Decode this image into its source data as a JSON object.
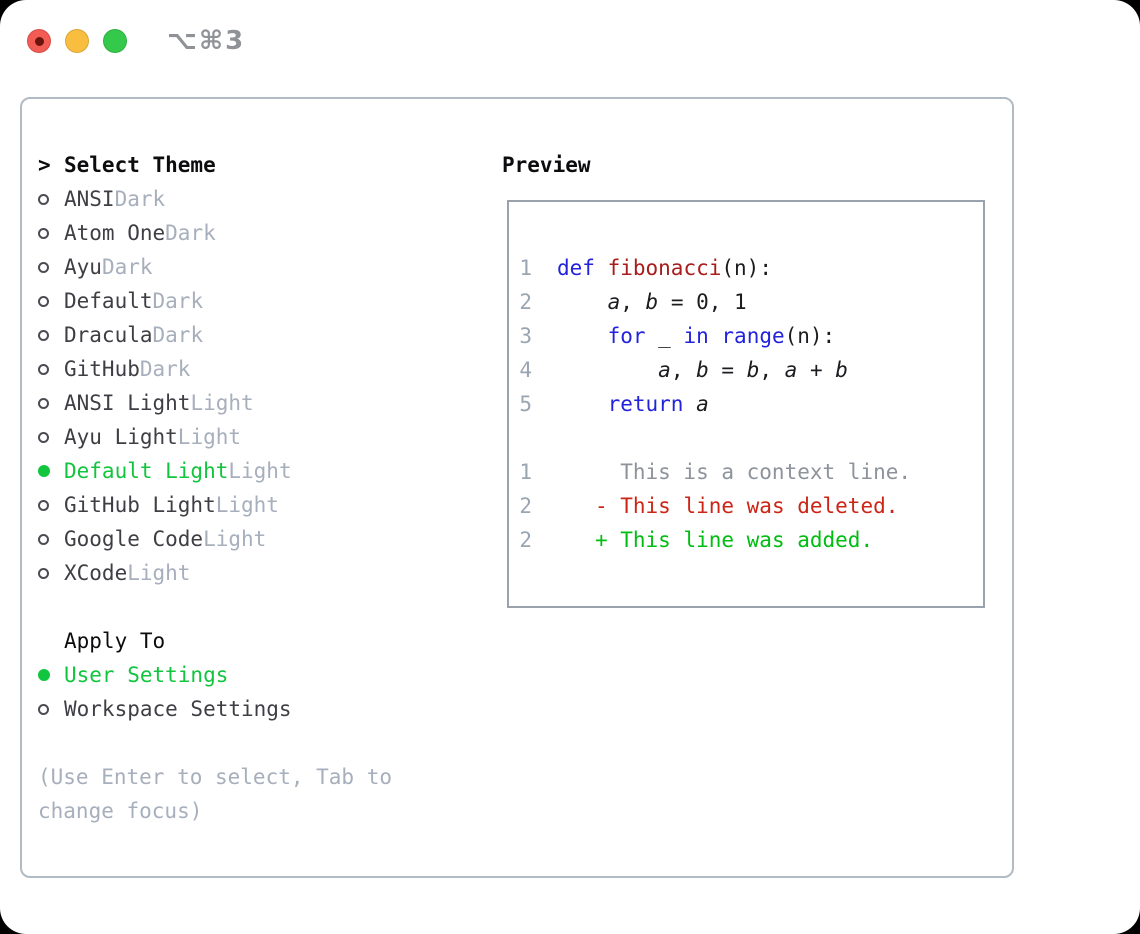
{
  "titlebar": {
    "title": "⌥⌘3",
    "buttons": [
      "close",
      "minimize",
      "zoom"
    ]
  },
  "theme_picker": {
    "cursor": ">",
    "header": "Select Theme",
    "items": [
      {
        "name": "ANSI",
        "variant": "Dark",
        "selected": false
      },
      {
        "name": "Atom One",
        "variant": "Dark",
        "selected": false
      },
      {
        "name": "Ayu",
        "variant": "Dark",
        "selected": false
      },
      {
        "name": "Default",
        "variant": "Dark",
        "selected": false
      },
      {
        "name": "Dracula",
        "variant": "Dark",
        "selected": false
      },
      {
        "name": "GitHub",
        "variant": "Dark",
        "selected": false
      },
      {
        "name": "ANSI Light",
        "variant": "Light",
        "selected": false
      },
      {
        "name": "Ayu Light",
        "variant": "Light",
        "selected": false
      },
      {
        "name": "Default Light",
        "variant": "Light",
        "selected": true
      },
      {
        "name": "GitHub Light",
        "variant": "Light",
        "selected": false
      },
      {
        "name": "Google Code",
        "variant": "Light",
        "selected": false
      },
      {
        "name": "XCode",
        "variant": "Light",
        "selected": false
      }
    ]
  },
  "apply_to": {
    "header": "Apply To",
    "options": [
      {
        "label": "User Settings",
        "selected": true
      },
      {
        "label": "Workspace Settings",
        "selected": false
      }
    ]
  },
  "help_text": "(Use Enter to select, Tab to change focus)",
  "preview": {
    "header": "Preview",
    "code_lines": [
      {
        "num": "1",
        "tokens": [
          {
            "t": "def",
            "c": "keyword"
          },
          {
            "t": " ",
            "c": "plain"
          },
          {
            "t": "fibonacci",
            "c": "function"
          },
          {
            "t": "(n):",
            "c": "plain"
          }
        ]
      },
      {
        "num": "2",
        "tokens": [
          {
            "t": "    ",
            "c": "plain"
          },
          {
            "t": "a",
            "c": "var"
          },
          {
            "t": ", ",
            "c": "plain"
          },
          {
            "t": "b",
            "c": "var"
          },
          {
            "t": " = 0, 1",
            "c": "plain"
          }
        ]
      },
      {
        "num": "3",
        "tokens": [
          {
            "t": "    ",
            "c": "plain"
          },
          {
            "t": "for",
            "c": "keyword"
          },
          {
            "t": " _ ",
            "c": "plain"
          },
          {
            "t": "in",
            "c": "keyword"
          },
          {
            "t": " ",
            "c": "plain"
          },
          {
            "t": "range",
            "c": "keyword"
          },
          {
            "t": "(n):",
            "c": "plain"
          }
        ]
      },
      {
        "num": "4",
        "tokens": [
          {
            "t": "        ",
            "c": "plain"
          },
          {
            "t": "a",
            "c": "var"
          },
          {
            "t": ", ",
            "c": "plain"
          },
          {
            "t": "b",
            "c": "var"
          },
          {
            "t": " = ",
            "c": "plain"
          },
          {
            "t": "b",
            "c": "var"
          },
          {
            "t": ", ",
            "c": "plain"
          },
          {
            "t": "a",
            "c": "var"
          },
          {
            "t": " + ",
            "c": "plain"
          },
          {
            "t": "b",
            "c": "var"
          }
        ]
      },
      {
        "num": "5",
        "tokens": [
          {
            "t": "    ",
            "c": "plain"
          },
          {
            "t": "return",
            "c": "keyword"
          },
          {
            "t": " ",
            "c": "plain"
          },
          {
            "t": "a",
            "c": "var"
          }
        ]
      }
    ],
    "diff_lines": [
      {
        "num": "1",
        "tokens": [
          {
            "t": "     This is a context line.",
            "c": "context"
          }
        ]
      },
      {
        "num": "2",
        "tokens": [
          {
            "t": "   ",
            "c": "plain"
          },
          {
            "t": "- This line was deleted.",
            "c": "deleted"
          }
        ]
      },
      {
        "num": "2",
        "tokens": [
          {
            "t": "   ",
            "c": "plain"
          },
          {
            "t": "+ This line was added.",
            "c": "added"
          }
        ]
      }
    ]
  },
  "colors": {
    "accent_green": "#12c53e",
    "keyword_blue": "#2222dd",
    "function_red": "#a81c1c",
    "diff_deleted_red": "#cc2516",
    "diff_added_green": "#00bd11",
    "muted_gray": "#a7afbc",
    "line_number_gray": "#9aa5b2",
    "panel_border": "#b2bac3",
    "traffic_red": "#f25c54",
    "traffic_yellow": "#f9bd40",
    "traffic_green": "#35c94b"
  }
}
